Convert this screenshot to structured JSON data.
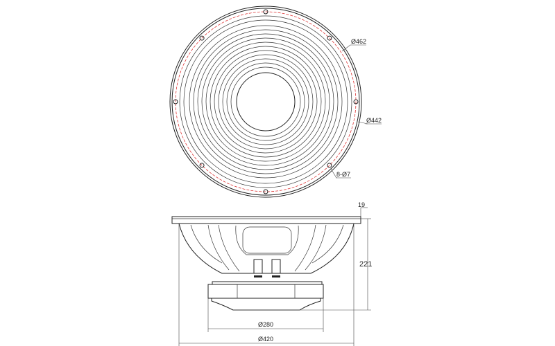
{
  "front_view": {
    "labels": {
      "outer_diameter": "Ø462",
      "bolt_circle": "Ø442",
      "holes": "8-Ø7"
    }
  },
  "side_view": {
    "labels": {
      "flange_thickness": "19",
      "depth": "221",
      "magnet_diameter": "Ø280",
      "baffle_diameter": "Ø420"
    }
  }
}
